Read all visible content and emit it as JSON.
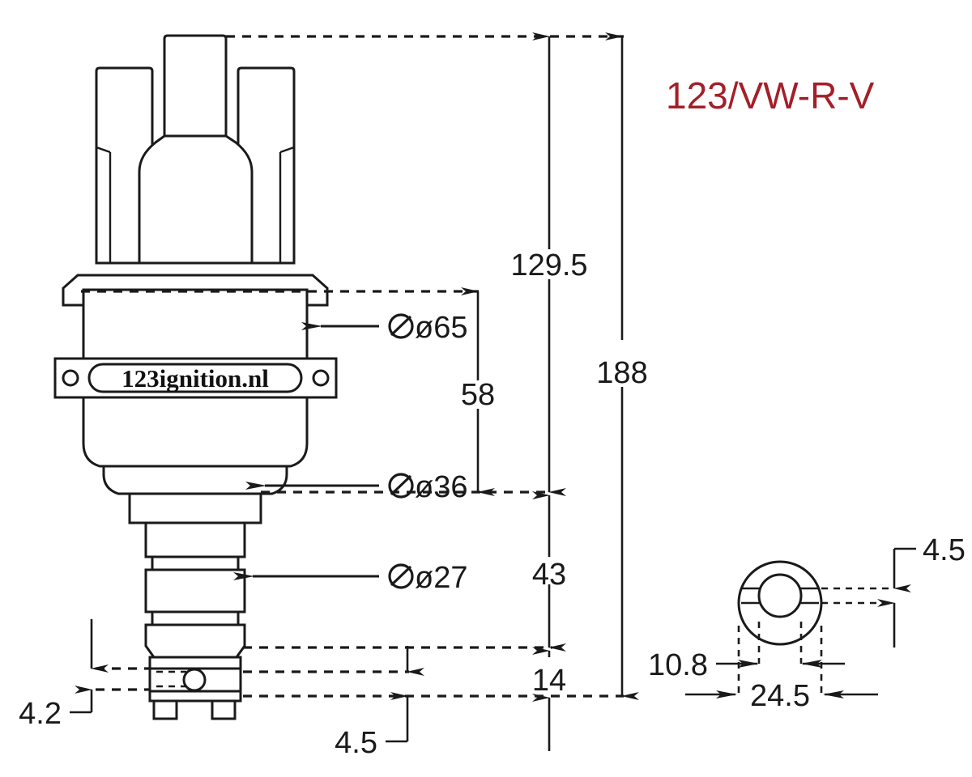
{
  "drawing": {
    "part_title": "123/VW-R-V",
    "title_color": "#a41f28",
    "brand_label": "123ignition.nl",
    "line_color": "#1a1a1a",
    "background": "#ffffff"
  },
  "dimensions": {
    "diameter_body": "ø65",
    "diameter_collar": "ø36",
    "diameter_shaft": "ø27",
    "height_total": "188",
    "height_cap_to_collar": "129.5",
    "height_body": "58",
    "height_shaft": "43",
    "height_base": "14",
    "gap_left": "4.2",
    "gap_bottom": "4.5",
    "detail_slot_height": "4.5",
    "detail_inner_width": "10.8",
    "detail_outer_width": "24.5"
  },
  "chart_data": {
    "type": "table",
    "title": "123/VW-R-V distributor dimensional drawing",
    "units": "mm",
    "views": [
      {
        "name": "front-elevation",
        "features": [
          "distributor cap with three HT towers",
          "flange",
          "body with 123ignition.nl label band",
          "stepped shaft",
          "drive base with pin and tabs"
        ]
      },
      {
        "name": "drive-end-detail",
        "features": [
          "outer circle",
          "concentric bore",
          "horizontal drive slot"
        ]
      }
    ],
    "callouts": [
      {
        "label": "ø65",
        "value": 65,
        "unit": "mm",
        "kind": "diameter",
        "target": "body"
      },
      {
        "label": "ø36",
        "value": 36,
        "unit": "mm",
        "kind": "diameter",
        "target": "collar"
      },
      {
        "label": "ø27",
        "value": 27,
        "unit": "mm",
        "kind": "diameter",
        "target": "shaft"
      },
      {
        "label": "129.5",
        "value": 129.5,
        "unit": "mm",
        "kind": "linear",
        "target": "cap-top-to-collar"
      },
      {
        "label": "188",
        "value": 188,
        "unit": "mm",
        "kind": "linear",
        "target": "overall-height"
      },
      {
        "label": "58",
        "value": 58,
        "unit": "mm",
        "kind": "linear",
        "target": "body-height"
      },
      {
        "label": "43",
        "value": 43,
        "unit": "mm",
        "kind": "linear",
        "target": "shaft-height"
      },
      {
        "label": "14",
        "value": 14,
        "unit": "mm",
        "kind": "linear",
        "target": "base-height"
      },
      {
        "label": "4.2",
        "value": 4.2,
        "unit": "mm",
        "kind": "linear",
        "target": "drive-pin-band"
      },
      {
        "label": "4.5",
        "value": 4.5,
        "unit": "mm",
        "kind": "linear",
        "target": "base-tab-height"
      },
      {
        "label": "4.5",
        "value": 4.5,
        "unit": "mm",
        "kind": "linear",
        "target": "detail-slot-height"
      },
      {
        "label": "10.8",
        "value": 10.8,
        "unit": "mm",
        "kind": "linear",
        "target": "detail-inner-width"
      },
      {
        "label": "24.5",
        "value": 24.5,
        "unit": "mm",
        "kind": "linear",
        "target": "detail-outer-width"
      }
    ]
  }
}
